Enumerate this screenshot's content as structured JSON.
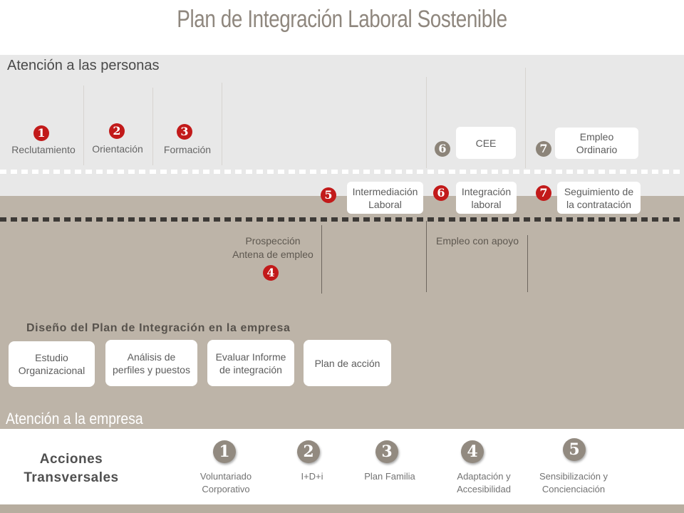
{
  "title": "Plan de Integración Laboral Sostenible",
  "persons": {
    "heading": "Atención a las personas",
    "steps": [
      {
        "num": "1",
        "label": "Reclutamiento"
      },
      {
        "num": "2",
        "label": "Orientación"
      },
      {
        "num": "3",
        "label": "Formación"
      }
    ],
    "cee": {
      "num": "6",
      "label": "CEE"
    },
    "empleo_ordinario": {
      "num": "7",
      "label_line1": "Empleo",
      "label_line2": "Ordinario"
    },
    "intermediacion": {
      "num": "5",
      "label_line1": "Intermediación",
      "label_line2": "Laboral"
    },
    "integracion": {
      "num": "6",
      "label_line1": "Integración",
      "label_line2": "laboral"
    },
    "seguimiento": {
      "num": "7",
      "label_line1": "Seguimiento de",
      "label_line2": "la contratación"
    }
  },
  "company": {
    "prospeccion": {
      "num": "4",
      "label_line1": "Prospección",
      "label_line2": "Antena de empleo"
    },
    "empleo_apoyo": "Empleo con apoyo",
    "design_heading": "Diseño del Plan de Integración en la empresa",
    "boxes": [
      {
        "line1": "Estudio",
        "line2": "Organizacional"
      },
      {
        "line1": "Análisis de",
        "line2": "perfiles y puestos"
      },
      {
        "line1": "Evaluar Informe",
        "line2": "de integración"
      },
      {
        "line1": "Plan de acción",
        "line2": ""
      }
    ],
    "heading": "Atención a la empresa"
  },
  "transversal": {
    "title_line1": "Acciones",
    "title_line2": "Transversales",
    "items": [
      {
        "num": "1",
        "line1": "Voluntariado",
        "line2": "Corporativo"
      },
      {
        "num": "2",
        "line1": "I+D+i",
        "line2": ""
      },
      {
        "num": "3",
        "line1": "Plan Familia",
        "line2": ""
      },
      {
        "num": "4",
        "line1": "Adaptación y",
        "line2": "Accesibilidad"
      },
      {
        "num": "5",
        "line1": "Sensibilización  y",
        "line2": "Concienciación"
      }
    ]
  },
  "colors": {
    "accent_red": "#c21a1a",
    "taupe": "#bdb4a8",
    "light_grey": "#e8e8e8"
  }
}
